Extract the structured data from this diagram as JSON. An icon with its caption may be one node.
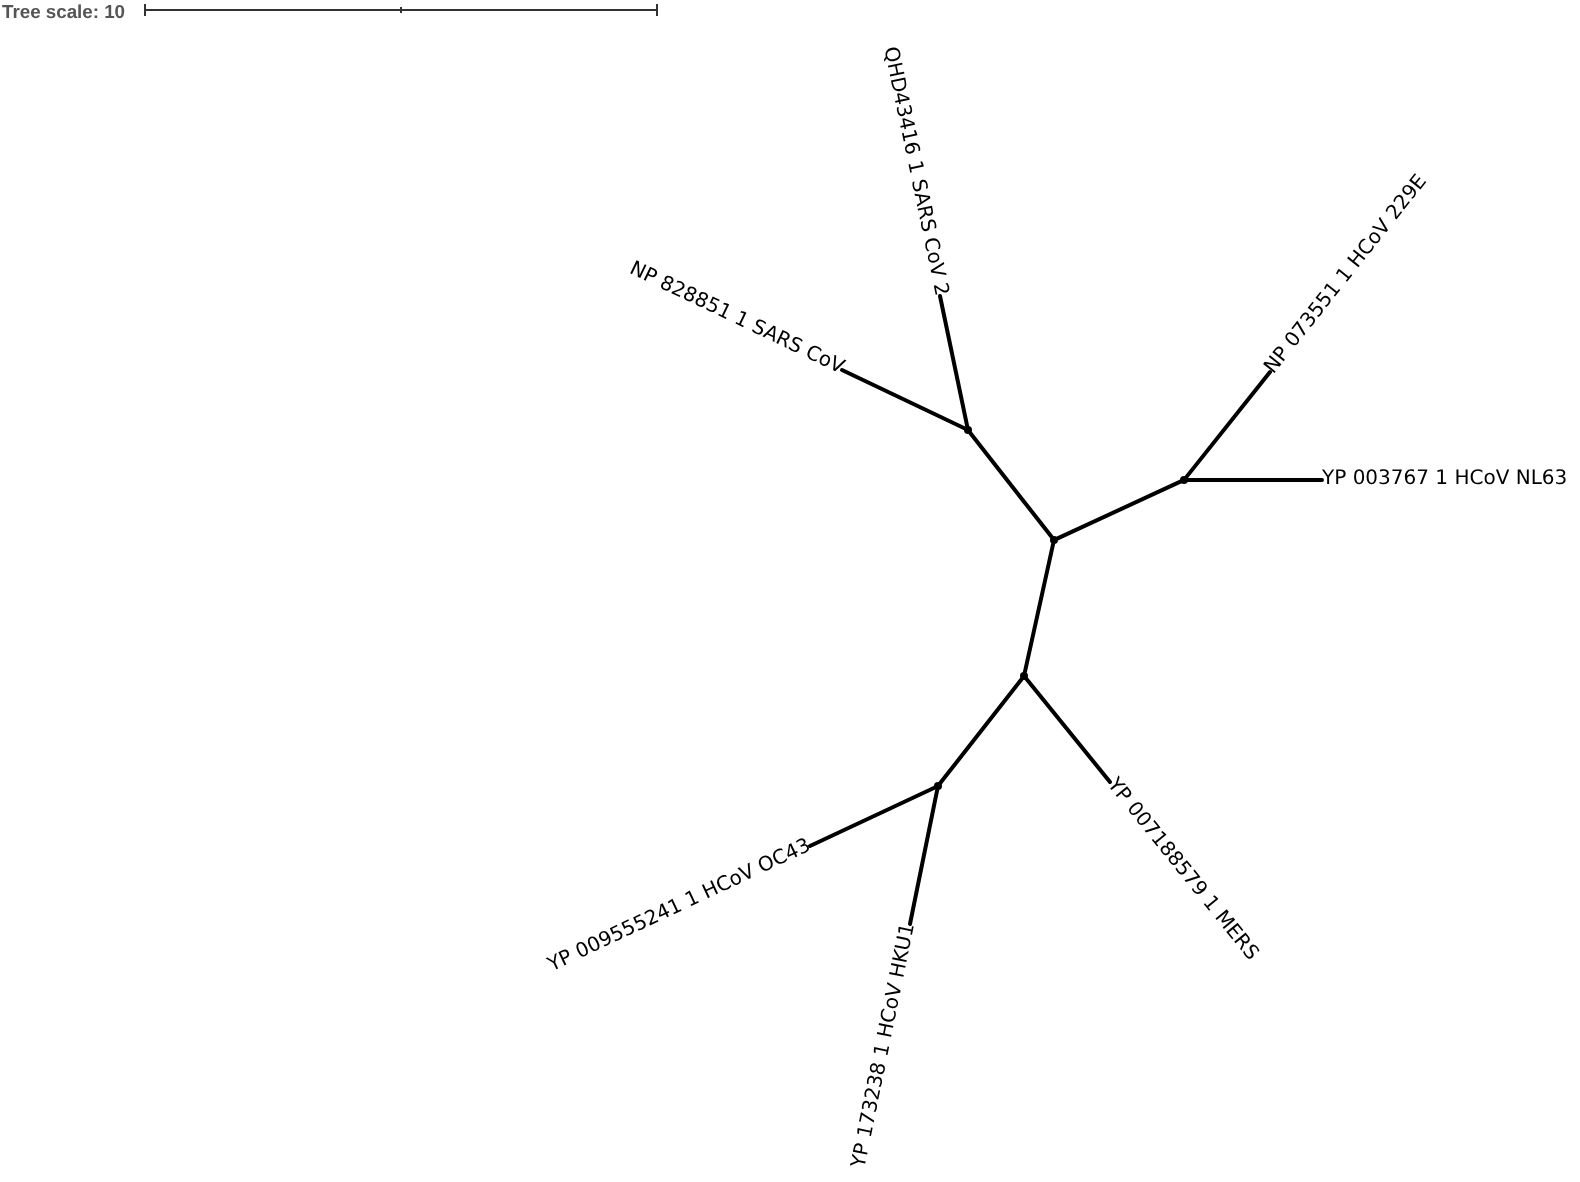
{
  "diagram": {
    "nodes": [
      {
        "text": [
          "QHD43416 1 SARS CoV 2"
        ]
      },
      {
        "text": [
          "NP 828851 1 SARS CoV"
        ]
      },
      {
        "text": [
          "NP 073551 1 HCoV 229E"
        ]
      },
      {
        "text": [
          "YP 003767 1 HCoV NL63"
        ]
      },
      {
        "text": [
          "YP 007188579 1 MERS"
        ]
      },
      {
        "text": [
          "YP 009555241 1 HCoV OC43"
        ]
      },
      {
        "text": [
          "YP 173238 1 HCoV HKU1"
        ]
      },
      {
        "text": [],
        "shape": "point"
      },
      {
        "text": [],
        "shape": "point"
      },
      {
        "text": [],
        "shape": "point"
      },
      {
        "text": [],
        "shape": "point"
      },
      {
        "text": [],
        "shape": "point"
      }
    ],
    "edges": [
      {
        "from": 7,
        "to": 0,
        "arrow": "none"
      },
      {
        "from": 7,
        "to": 1,
        "arrow": "none"
      },
      {
        "from": 9,
        "to": 7,
        "arrow": "none"
      },
      {
        "from": 8,
        "to": 2,
        "arrow": "none"
      },
      {
        "from": 8,
        "to": 3,
        "arrow": "none"
      },
      {
        "from": 9,
        "to": 8,
        "arrow": "none"
      },
      {
        "from": 9,
        "to": 10,
        "arrow": "none"
      },
      {
        "from": 10,
        "to": 4,
        "arrow": "none"
      },
      {
        "from": 10,
        "to": 11,
        "arrow": "none"
      },
      {
        "from": 11,
        "to": 5,
        "arrow": "none"
      },
      {
        "from": 11,
        "to": 6,
        "arrow": "none"
      }
    ],
    "labels": [
      "Tree scale: 10"
    ]
  }
}
